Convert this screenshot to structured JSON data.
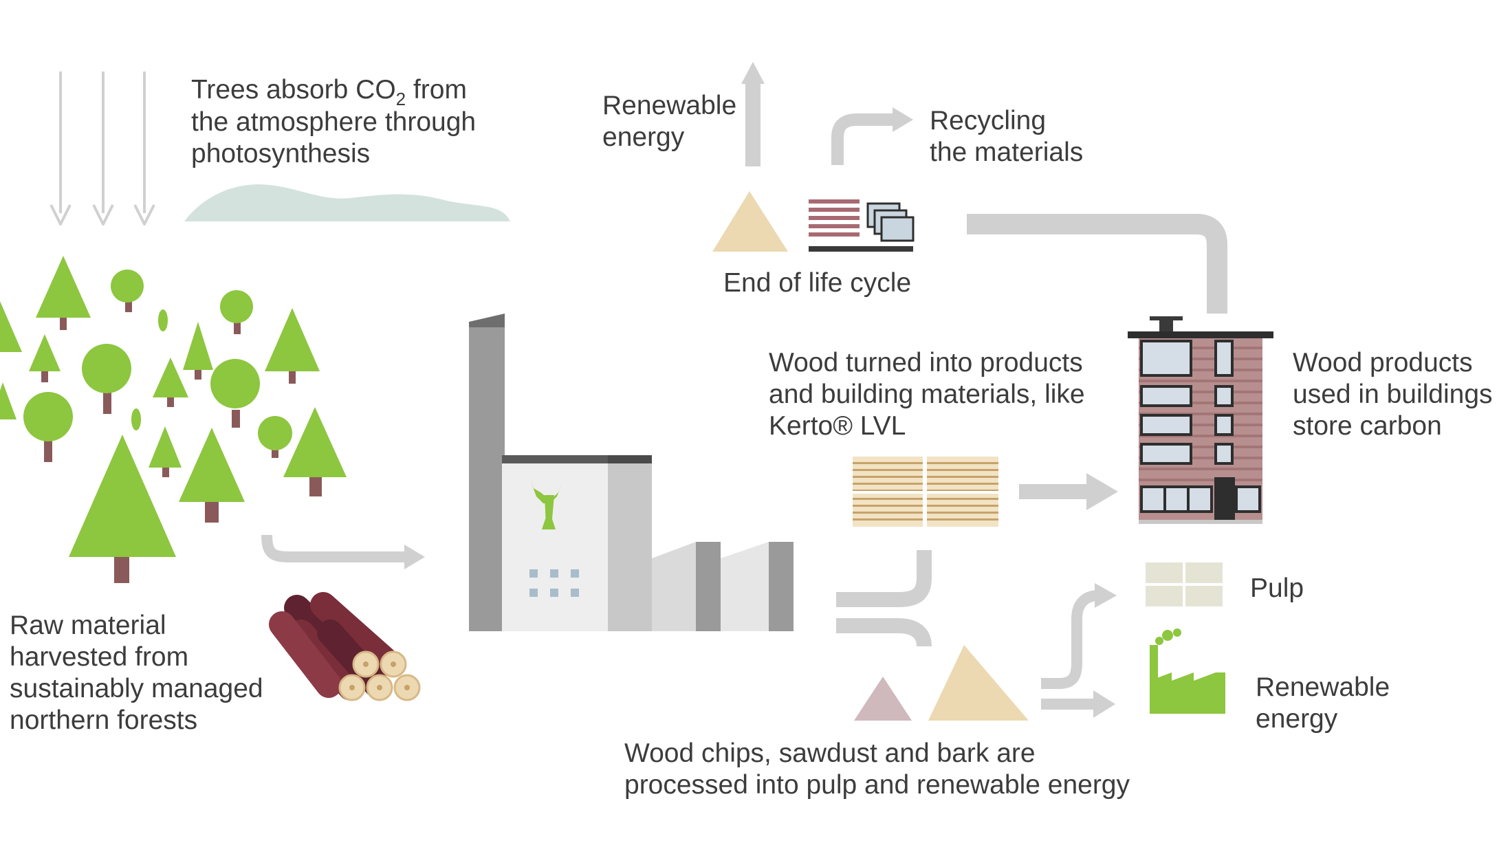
{
  "labels": {
    "trees_absorb": {
      "line1_a": "Trees absorb CO",
      "line1_sub": "2",
      "line1_b": " from",
      "line2": "the atmosphere through",
      "line3": "photosynthesis"
    },
    "renewable_energy_top": {
      "line1": "Renewable",
      "line2": "energy"
    },
    "recycling": {
      "line1": "Recycling",
      "line2": "the materials"
    },
    "end_of_life": "End of life cycle",
    "wood_turned": {
      "line1": "Wood turned into products",
      "line2": "and building materials, like",
      "line3": "Kerto® LVL"
    },
    "wood_products": {
      "line1": "Wood products",
      "line2": "used in buildings",
      "line3": "store carbon"
    },
    "raw_material": {
      "line1": "Raw material",
      "line2": "harvested from",
      "line3": "sustainably managed",
      "line4": "northern forests"
    },
    "pulp": "Pulp",
    "renewable_energy_bottom": {
      "line1": "Renewable",
      "line2": "energy"
    },
    "wood_chips": {
      "line1": "Wood chips, sawdust and bark are",
      "line2": "processed into pulp and renewable energy"
    }
  },
  "colors": {
    "tree_green": "#8dc63f",
    "trunk": "#8a5a5a",
    "arrow_grey": "#d0d0d0",
    "cloud": "#d3e2dc",
    "sand": "#ecd9b2",
    "building_brick": "#b88f8f",
    "log": "#7a2e3a",
    "factory_grey": "#9a9a9a",
    "text": "#3c3c3c"
  }
}
